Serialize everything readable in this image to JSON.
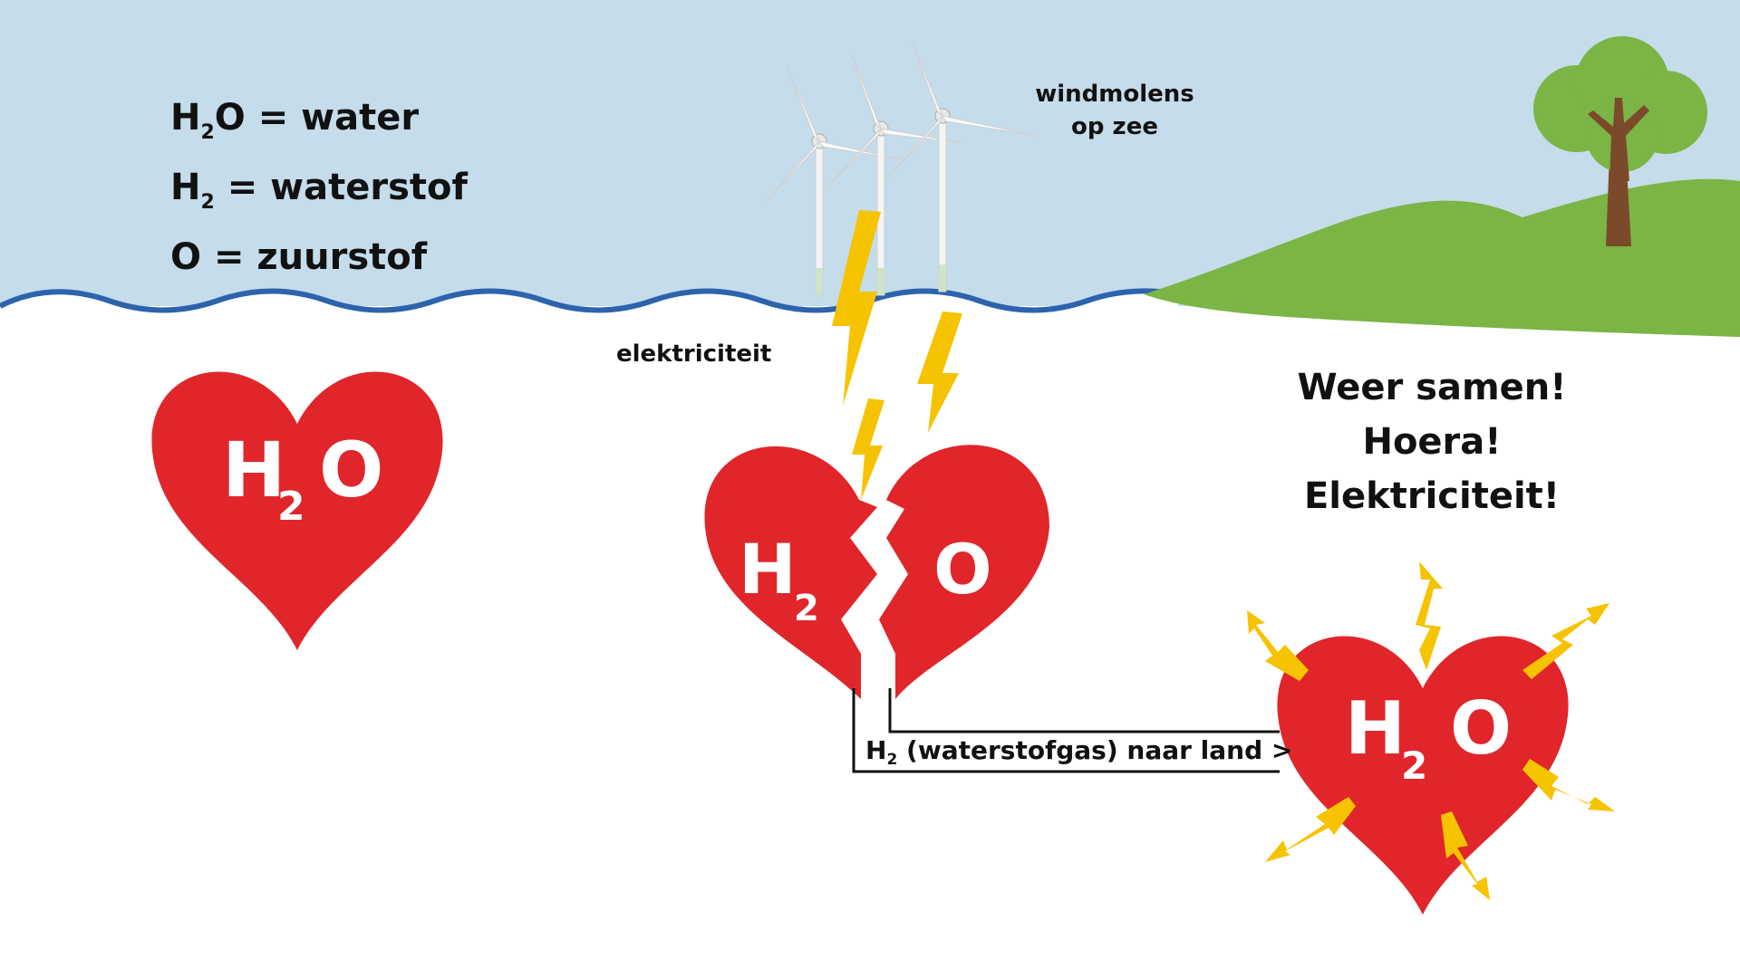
{
  "legend": {
    "water": {
      "h": "H",
      "sub": "2",
      "o": "O",
      "eq": " = water"
    },
    "hydrogen": {
      "h": "H",
      "sub": "2",
      "eq": " = waterstof"
    },
    "oxygen": {
      "o": "O",
      "eq": " = zuurstof"
    }
  },
  "labels": {
    "windmills_line1": "windmolens",
    "windmills_line2": "op zee",
    "electricity": "elektriciteit",
    "together_line1": "Weer samen!",
    "together_line2": "Hoera!",
    "together_line3": "Elektriciteit!",
    "pipe_h": "H",
    "pipe_sub": "2",
    "pipe_text": " (waterstofgas) naar land >"
  },
  "hearts": {
    "h": "H",
    "sub": "2",
    "o": "O"
  },
  "colors": {
    "sky": "#c5dcea",
    "sea_line": "#2c63ad",
    "grass": "#7ab545",
    "heart": "#e0262b",
    "bolt": "#f6c300",
    "tree_leaves": "#7ab545",
    "tree_trunk": "#7b4a2a"
  }
}
